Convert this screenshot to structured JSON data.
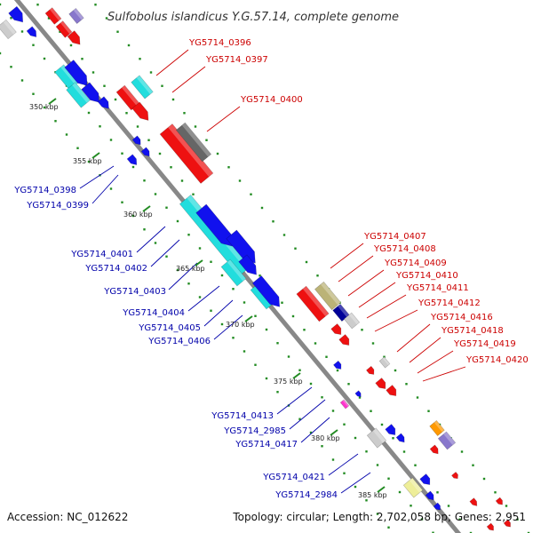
{
  "title": "Sulfobolus islandicus Y.G.57.14, complete genome",
  "footer": {
    "accession": "Accession: NC_012622",
    "topology": "Topology: circular; Length: 2,702,058 bp; Genes: 2,951"
  },
  "colors": {
    "backbone": "#888888",
    "dots": "#228b22",
    "red": "#ee1111",
    "blue": "#1111ee",
    "cyan": "#22dddd",
    "gray": "#cccccc",
    "darkgray": "#666666",
    "olive": "#bbb377",
    "navy": "#000099",
    "purple": "#8877cc",
    "orange": "#ff9900",
    "magenta": "#ff33cc",
    "paleyellow": "#eeee99",
    "labelRed": "#cc0000",
    "labelBlue": "#0000aa"
  },
  "ticks": [
    "350 kbp",
    "355 kbp",
    "360 kbp",
    "365 kbp",
    "370 kbp",
    "375 kbp",
    "380 kbp",
    "385 kbp"
  ],
  "labels_top": [
    "YG5714_0396",
    "YG5714_0397",
    "YG5714_0400",
    "YG5714_0407",
    "YG5714_0408",
    "YG5714_0409",
    "YG5714_0410",
    "YG5714_0411",
    "YG5714_0412",
    "YG5714_0416",
    "YG5714_0418",
    "YG5714_0419",
    "YG5714_0420"
  ],
  "labels_bottom": [
    "YG5714_0398",
    "YG5714_0399",
    "YG5714_0401",
    "YG5714_0402",
    "YG5714_0403",
    "YG5714_0404",
    "YG5714_0405",
    "YG5714_0406",
    "YG5714_0413",
    "YG5714_2985",
    "YG5714_0417",
    "YG5714_0421",
    "YG5714_2984"
  ]
}
